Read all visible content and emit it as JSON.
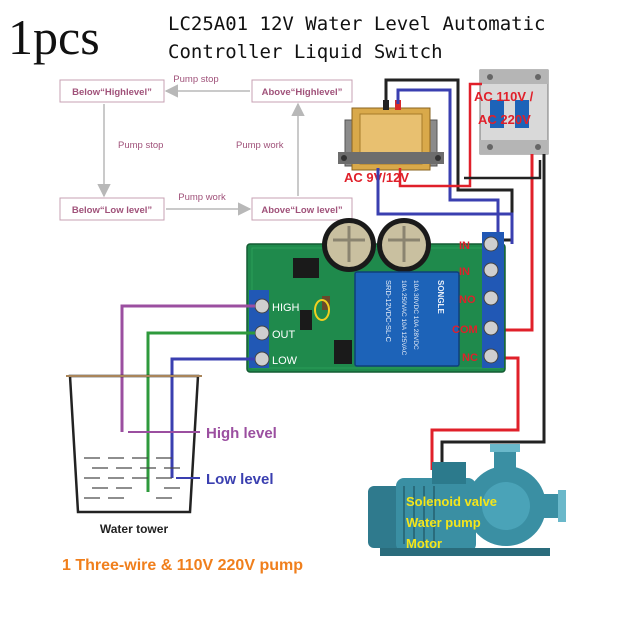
{
  "header": {
    "quantity": "1pcs",
    "title_line1": "LC25A01 12V Water Level Automatic",
    "title_line2": "Controller Liquid Switch"
  },
  "flow": {
    "below_high": "Below“Highlevel”",
    "above_high": "Above“Highlevel”",
    "below_low": "Below“Low level”",
    "above_low": "Above“Low level”",
    "top_arrow": "Pump stop",
    "left_arrow": "Pump stop",
    "right_arrow": "Pump work",
    "bottom_arrow": "Pump work"
  },
  "transformer": {
    "label": "AC 9V/12V"
  },
  "breaker": {
    "label_line1": "AC 110V /",
    "label_line2": "AC 220V"
  },
  "board": {
    "pin_high": "HIGH",
    "pin_out": "OUT",
    "pin_low": "LOW",
    "term_in1": "IN",
    "term_in2": "IN",
    "term_no": "NO",
    "term_com": "COM",
    "term_nc": "NC",
    "relay_model": "SRD-12VDC-SL-C",
    "relay_spec1": "10A 250VAC 10A 125VAC",
    "relay_spec2": "10A 30VDC 10A 28VDC",
    "relay_brand": "SONGLE"
  },
  "tank": {
    "high_label": "High level",
    "low_label": "Low level",
    "caption": "Water tower"
  },
  "pump": {
    "line1": "Solenoid valve",
    "line2": "Water pump",
    "line3": "Motor"
  },
  "footer": "1 Three-wire & 110V 220V pump",
  "colors": {
    "wire_purple": "#9b4fa0",
    "wire_green": "#2e9a3c",
    "wire_blue": "#3a3fb0",
    "wire_red": "#e0202a",
    "board_green": "#1f8a4c",
    "relay_blue": "#1d63b8",
    "pump_teal": "#3a8fa3",
    "footer_orange": "#f07f1c",
    "flow_text": "#a0527a"
  }
}
